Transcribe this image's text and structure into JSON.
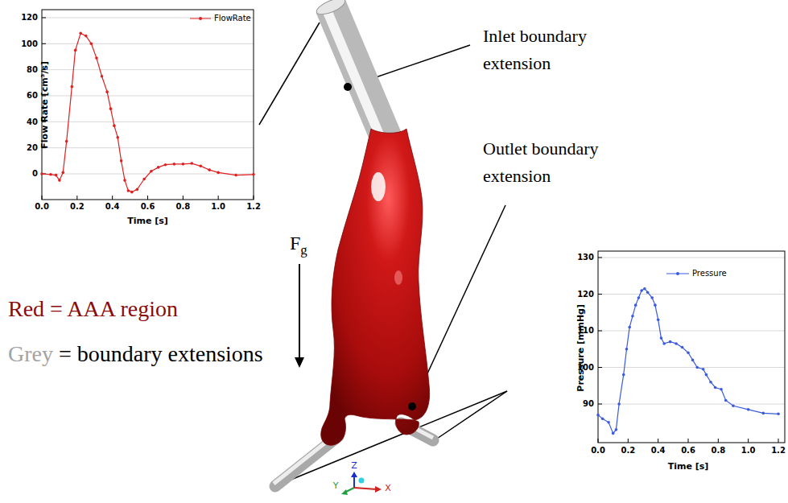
{
  "diagram": {
    "labels": [
      "Flow Rate [cm³/s]",
      "Time [s]",
      "120",
      "100",
      "80",
      "60",
      "40",
      "20",
      "0",
      "0.0",
      "0.2",
      "0.4",
      "0.6",
      "0.8",
      "1.0",
      "1.2",
      "Inlet boundary extension",
      "Outlet boundary extension",
      "Red = AAA region",
      "Grey = boundary extensions",
      "Fg",
      "Pressure [mmHg]",
      "Time [s]",
      "130",
      "120",
      "110",
      "100",
      "90",
      "0.0",
      "0.2",
      "0.4",
      "0.6",
      "0.8",
      "1.0",
      "1.2",
      "Z",
      "Y",
      "X"
    ],
    "legend": [
      {
        "text": "FlowRate"
      },
      {
        "text": "Pressure"
      }
    ]
  }
}
